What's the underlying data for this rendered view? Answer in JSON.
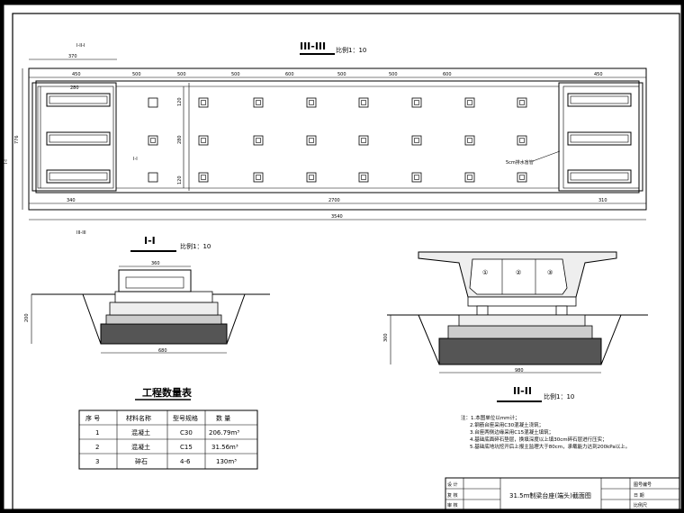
{
  "drawing": {
    "plan_title": "III-III",
    "plan_scale": "比例1：10",
    "sec1_title": "I-I",
    "sec1_scale": "比例1：10",
    "sec2_title": "II-II",
    "sec2_scale": "比例1：10",
    "label_left_top": "I-II-I",
    "label_left_side": "I-I",
    "label_left_bottom": "III-III",
    "label_mid": "I-I",
    "label_pipe": "5cm排水盲管",
    "box_cells": [
      "①",
      "②",
      "③"
    ]
  },
  "dims": {
    "plan_top": [
      "370",
      "450",
      "500",
      "500",
      "500",
      "600",
      "500",
      "500",
      "600",
      "450"
    ],
    "plan_left_inner": "280",
    "plan_side": [
      "776",
      "120",
      "280",
      "120"
    ],
    "plan_bottom": [
      "340",
      "2700",
      "310"
    ],
    "plan_total": "3540",
    "sec1_top": "360",
    "sec1_bottom": "680",
    "sec1_side": "200",
    "sec2_bottom": "980",
    "sec2_side": "300"
  },
  "quantity_table": {
    "title": "工程数量表",
    "headers": [
      "序  号",
      "材料名称",
      "型号规格",
      "数  量"
    ],
    "rows": [
      [
        "1",
        "混凝土",
        "C30",
        "206.79m³"
      ],
      [
        "2",
        "混凝土",
        "C15",
        "31.56m³"
      ],
      [
        "3",
        "碎石",
        "4-6",
        "130m³"
      ]
    ]
  },
  "notes": [
    "注：1.本图单位以mm计；",
    "2.钢筋台座采用C30混凝土浇筑；",
    "3.台座两侧边缘采用C15混凝土填筑；",
    "4.基础底面碎石垫层，换填深度以上填30cm碎石层进行压实；",
    "5.基础底地坑挖开后上报主监理大于80cm，承载能力达到200kPa以上。"
  ],
  "title_block": {
    "title": "31.5m制梁台座(端头)截面图",
    "left_labels": [
      "设 计",
      "复 核",
      "审 核"
    ],
    "right_labels": [
      "图号编号",
      "日 期",
      "比例尺"
    ]
  }
}
